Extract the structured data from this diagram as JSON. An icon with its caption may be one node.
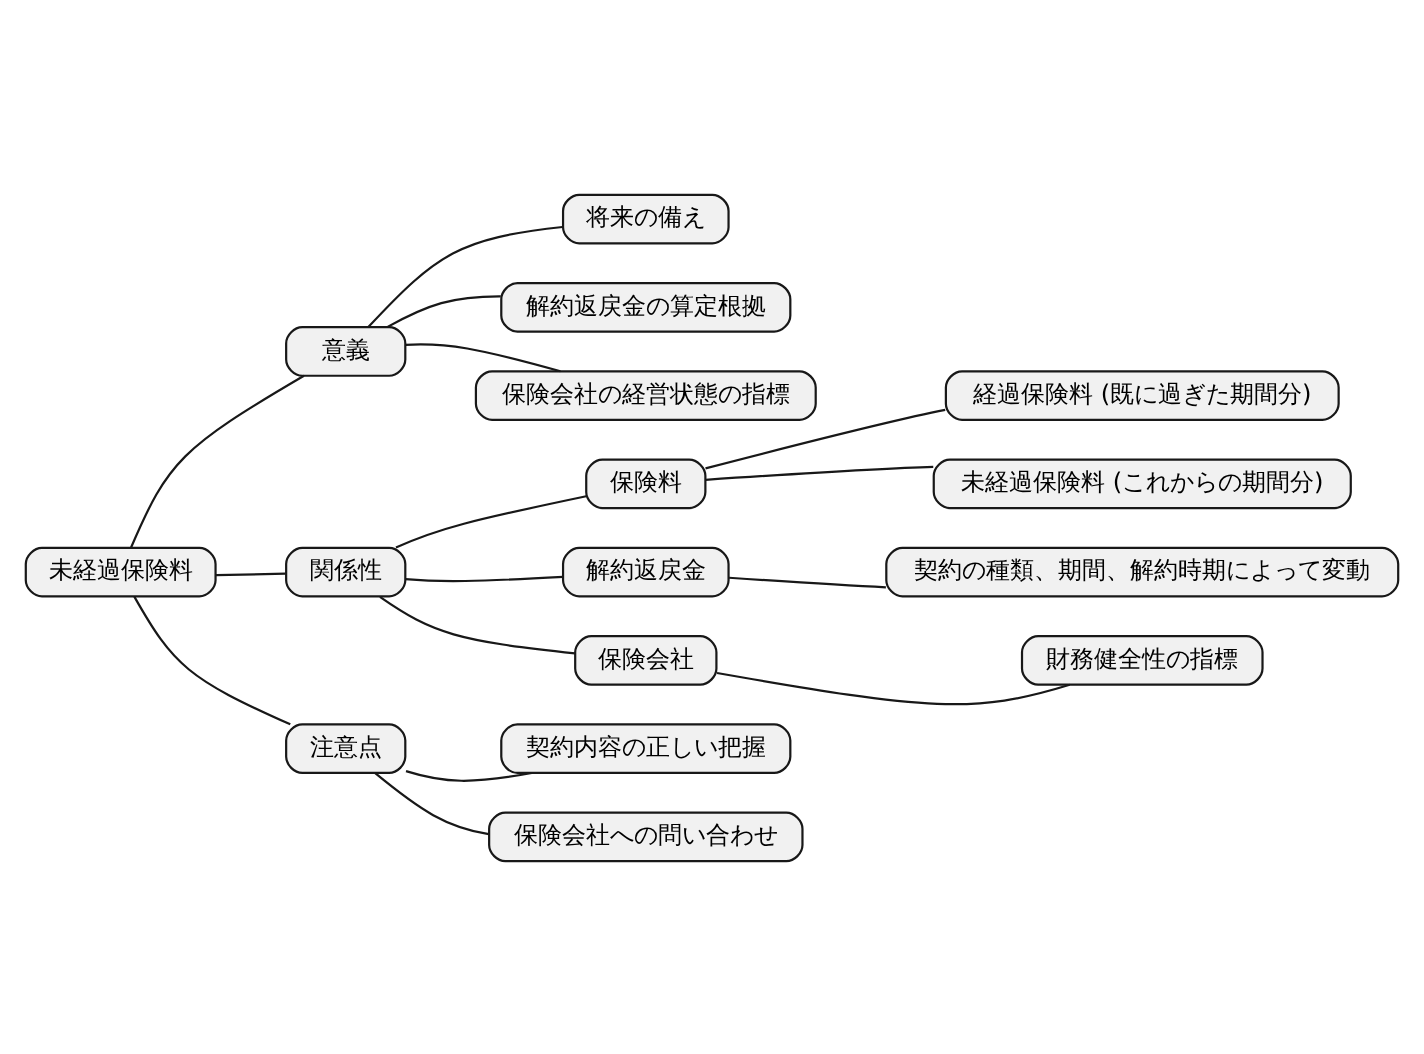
{
  "diagram": {
    "nodes": [
      {
        "text": [
          "未経過保険料"
        ]
      },
      {
        "text": [
          "意義"
        ]
      },
      {
        "text": [
          "将来の備え"
        ]
      },
      {
        "text": [
          "解約返戻金の算定根拠"
        ]
      },
      {
        "text": [
          "保険会社の経営状態の指標"
        ]
      },
      {
        "text": [
          "関係性"
        ]
      },
      {
        "text": [
          "保険料"
        ]
      },
      {
        "text": [
          "経過保険料 (既に過ぎた期間分)"
        ]
      },
      {
        "text": [
          "未経過保険料 (これからの期間分)"
        ]
      },
      {
        "text": [
          "解約返戻金"
        ]
      },
      {
        "text": [
          "契約の種類、期間、解約時期によって変動"
        ]
      },
      {
        "text": [
          "保険会社"
        ]
      },
      {
        "text": [
          "財務健全性の指標"
        ]
      },
      {
        "text": [
          "注意点"
        ]
      },
      {
        "text": [
          "契約内容の正しい把握"
        ]
      },
      {
        "text": [
          "保険会社への問い合わせ"
        ]
      }
    ],
    "edges": [
      {
        "from": 0,
        "to": 1,
        "arrow": "none"
      },
      {
        "from": 1,
        "to": 2,
        "arrow": "none"
      },
      {
        "from": 1,
        "to": 3,
        "arrow": "none"
      },
      {
        "from": 1,
        "to": 4,
        "arrow": "none"
      },
      {
        "from": 0,
        "to": 5,
        "arrow": "none"
      },
      {
        "from": 5,
        "to": 6,
        "arrow": "none"
      },
      {
        "from": 6,
        "to": 7,
        "arrow": "none"
      },
      {
        "from": 6,
        "to": 8,
        "arrow": "none"
      },
      {
        "from": 5,
        "to": 9,
        "arrow": "none"
      },
      {
        "from": 9,
        "to": 10,
        "arrow": "none"
      },
      {
        "from": 5,
        "to": 11,
        "arrow": "none"
      },
      {
        "from": 11,
        "to": 12,
        "arrow": "none"
      },
      {
        "from": 0,
        "to": 13,
        "arrow": "none"
      },
      {
        "from": 13,
        "to": 14,
        "arrow": "none"
      },
      {
        "from": 13,
        "to": 15,
        "arrow": "none"
      }
    ]
  }
}
